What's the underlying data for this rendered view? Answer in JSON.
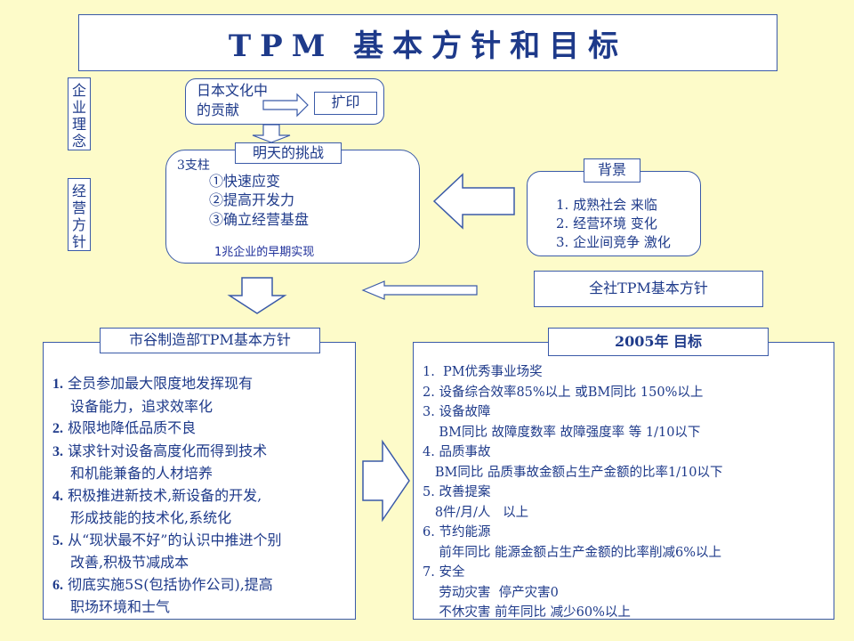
{
  "title": "TPM 基本方针和目标",
  "side_labels": {
    "philosophy": "企业理念",
    "policy": "经营方针"
  },
  "culture": {
    "line1": "日本文化中",
    "line2": "的贡献",
    "extend": "扩印"
  },
  "challenge": {
    "label": "明天的挑战",
    "pillars": "3支柱",
    "items": [
      "①快速应变",
      "②提高开发力",
      "③确立经营基盘"
    ],
    "footer": "1兆企业的早期实现"
  },
  "background": {
    "label": "背景",
    "items": [
      "1. 成熟社会 来临",
      "2. 经营环境 变化",
      "3. 企业间竞争 激化"
    ]
  },
  "company_policy": "全社TPM基本方针",
  "factory": {
    "label": "市谷制造部TPM基本方针",
    "items": [
      {
        "num": "1.",
        "lines": [
          "全员参加最大限度地发挥现有",
          "设备能力，追求效率化"
        ]
      },
      {
        "num": "2.",
        "lines": [
          "极限地降低品质不良"
        ]
      },
      {
        "num": "3.",
        "lines": [
          "谋求针对设备高度化而得到技术",
          "和机能兼备的人材培养"
        ]
      },
      {
        "num": "4.",
        "lines": [
          "积极推进新技术,新设备的开发,",
          "形成技能的技术化,系统化"
        ]
      },
      {
        "num": "5.",
        "lines": [
          "从“现状最不好”的认识中推进个别",
          "改善,积极节减成本"
        ]
      },
      {
        "num": "6.",
        "lines": [
          "彻底实施5S(包括协作公司),提高",
          "职场环境和士气"
        ]
      }
    ]
  },
  "goals": {
    "label": "2005年  目标",
    "lines": [
      "1.  PM优秀事业场奖",
      "2. 设备综合效率85%以上 或BM同比 150%以上",
      "3. 设备故障",
      "    BM同比 故障度数率 故障强度率 等 1/10以下",
      "4. 品质事故",
      "   BM同比 品质事故金额占生产金额的比率1/10以下",
      "5. 改善提案",
      "   8件/月/人   以上",
      "6. 节约能源",
      "    前年同比 能源金额占生产金额的比率削减6%以上",
      "7. 安全",
      "    劳动灾害  停产灾害0",
      "    不休灾害 前年同比 减少60%以上"
    ]
  }
}
